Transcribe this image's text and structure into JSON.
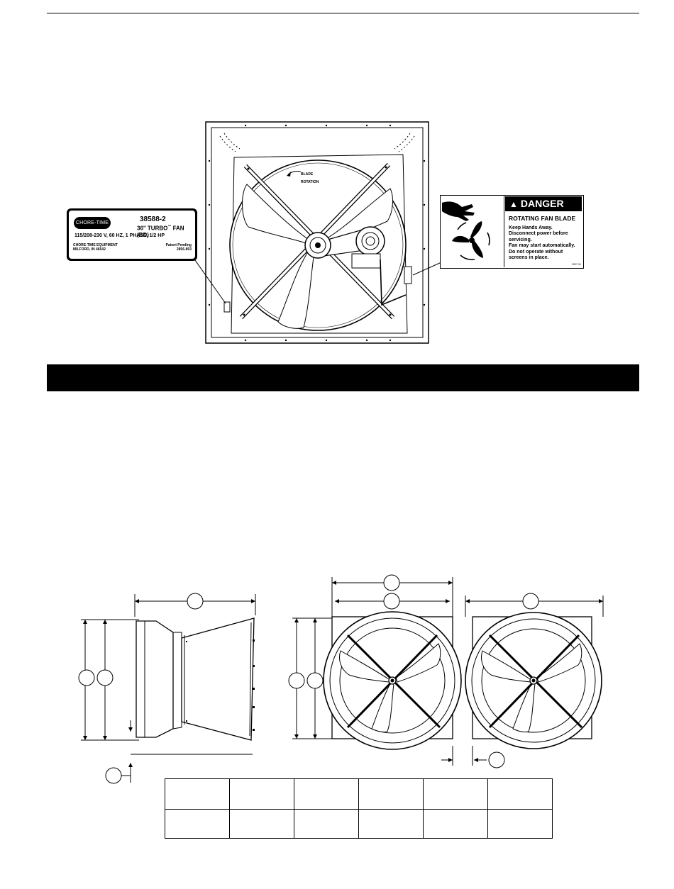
{
  "fan_illustration": {
    "callout_blade": "BLADE",
    "callout_rotation": "ROTATION"
  },
  "serial_label": {
    "brand": "CHORE-TIME",
    "model_number": "38588-2",
    "product_name": "36\" TURBO",
    "product_tm": "™",
    "product_suffix": " FAN (BD)",
    "electrical": "115/208-230 V, 60 HZ, 1 PHASE, 1/2 HP",
    "company_line1": "CHORE-TIME EQUIPMENT",
    "company_line2": "MILFORD, IN 46542",
    "patent_line1": "Patent Pending",
    "patent_line2": "2856-893"
  },
  "danger_decal": {
    "header": "DANGER",
    "warning_icon": "warning-triangle-icon",
    "subtitle": "ROTATING FAN BLADE",
    "line1": "Keep Hands Away.",
    "line2": "Disconnect power before",
    "line3": "servicing.",
    "line4": "Fan may start automatically.",
    "line5": "Do not operate without",
    "line6": "screens in place.",
    "code": "2527-91"
  },
  "spec_table": {
    "rows": [
      [
        "",
        "",
        "",
        "",
        "",
        ""
      ],
      [
        "",
        "",
        "",
        "",
        "",
        ""
      ]
    ]
  }
}
